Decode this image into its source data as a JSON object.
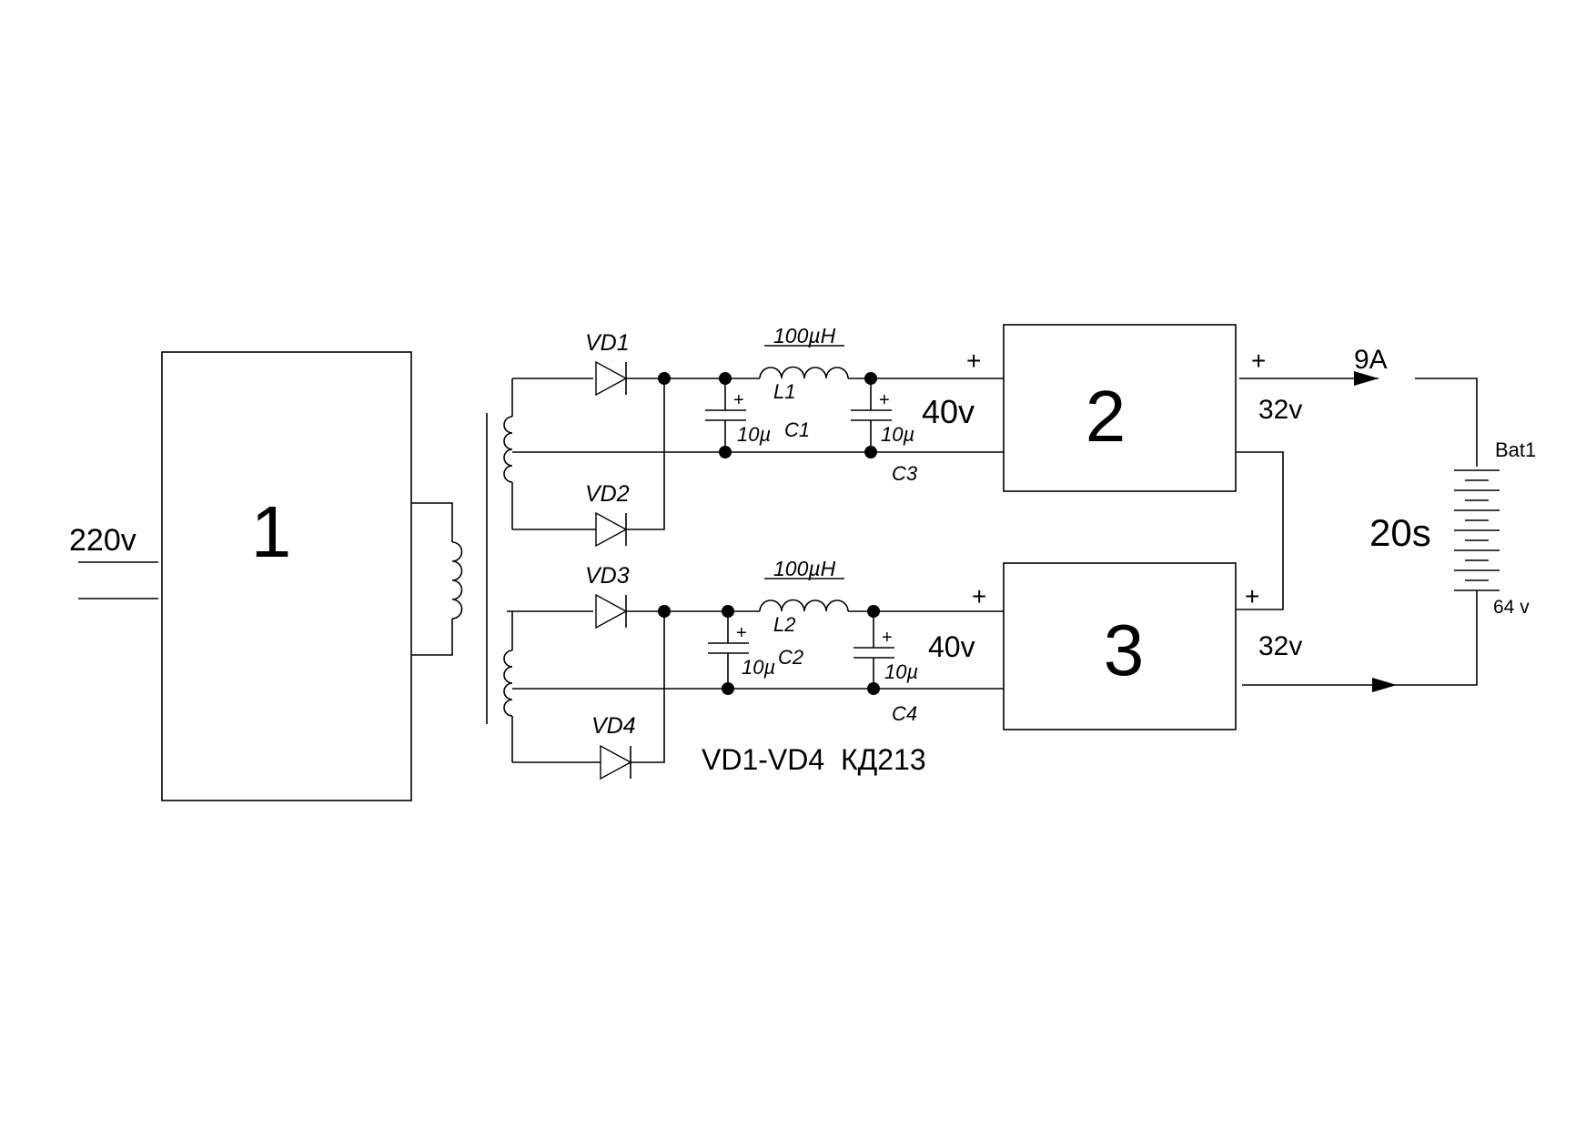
{
  "blocks": {
    "b1": "1",
    "b2": "2",
    "b3": "3"
  },
  "input_voltage": "220v",
  "diodes": {
    "vd1": "VD1",
    "vd2": "VD2",
    "vd3": "VD3",
    "vd4": "VD4"
  },
  "inductors": {
    "l1": {
      "ref": "L1",
      "value": "100µH"
    },
    "l2": {
      "ref": "L2",
      "value": "100µH"
    }
  },
  "capacitors": {
    "c1": {
      "ref": "C1",
      "value": "10µ"
    },
    "c2": {
      "ref": "C2",
      "value": "10µ"
    },
    "c3": {
      "ref": "C3",
      "value": "10µ"
    },
    "c4": {
      "ref": "C4",
      "value": "10µ"
    },
    "plus": "+"
  },
  "voltages": {
    "in_top": "40v",
    "in_bottom": "40v",
    "out_top": "32v",
    "out_bottom": "32v"
  },
  "polarity": {
    "b2_in": "+",
    "b2_out": "+",
    "b3_in": "+",
    "b3_out": "+"
  },
  "current": "9A",
  "battery": {
    "ref": "Bat1",
    "cells": "20s",
    "voltage": "64 v"
  },
  "note": "VD1-VD4  КД213"
}
